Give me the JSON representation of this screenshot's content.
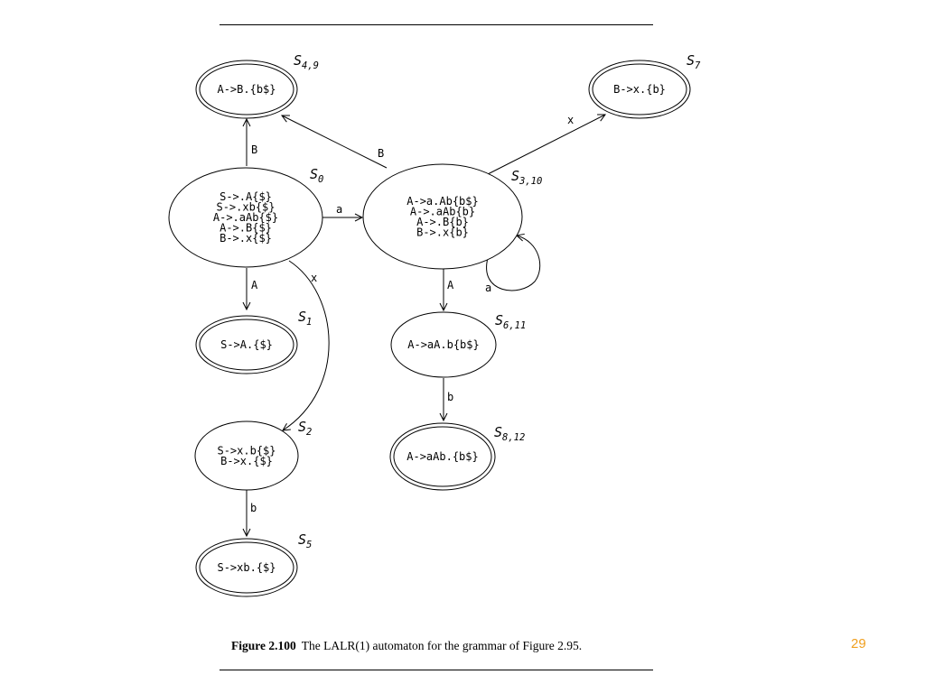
{
  "caption": {
    "figure_label": "Figure 2.100",
    "text": "The LALR(1) automaton for the grammar of Figure 2.95."
  },
  "page_number": "29",
  "states": [
    {
      "id": "s49",
      "name": "S",
      "sub": "4,9",
      "accepting": true,
      "lines": [
        "A->B.{b$}"
      ]
    },
    {
      "id": "s7",
      "name": "S",
      "sub": "7",
      "accepting": true,
      "lines": [
        "B->x.{b}"
      ]
    },
    {
      "id": "s0",
      "name": "S",
      "sub": "0",
      "accepting": false,
      "lines": [
        "S->.A{$}",
        "S->.xb{$}",
        "A->.aAb{$}",
        "A->.B{$}",
        "B->.x{$}"
      ]
    },
    {
      "id": "s310",
      "name": "S",
      "sub": "3,10",
      "accepting": false,
      "lines": [
        "A->a.Ab{b$}",
        "A->.aAb{b}",
        "A->.B{b}",
        "B->.x{b}"
      ]
    },
    {
      "id": "s1",
      "name": "S",
      "sub": "1",
      "accepting": true,
      "lines": [
        "S->A.{$}"
      ]
    },
    {
      "id": "s611",
      "name": "S",
      "sub": "6,11",
      "accepting": false,
      "lines": [
        "A->aA.b{b$}"
      ]
    },
    {
      "id": "s2",
      "name": "S",
      "sub": "2",
      "accepting": false,
      "lines": [
        "S->x.b{$}",
        "B->x.{$}"
      ]
    },
    {
      "id": "s812",
      "name": "S",
      "sub": "8,12",
      "accepting": true,
      "lines": [
        "A->aAb.{b$}"
      ]
    },
    {
      "id": "s5",
      "name": "S",
      "sub": "5",
      "accepting": true,
      "lines": [
        "S->xb.{$}"
      ]
    }
  ],
  "transitions": [
    {
      "from": "s0",
      "to": "s49",
      "label": "B"
    },
    {
      "from": "s310",
      "to": "s49",
      "label": "B"
    },
    {
      "from": "s310",
      "to": "s7",
      "label": "x"
    },
    {
      "from": "s0",
      "to": "s310",
      "label": "a"
    },
    {
      "from": "s0",
      "to": "s1",
      "label": "A"
    },
    {
      "from": "s0",
      "to": "s2",
      "label": "x"
    },
    {
      "from": "s310",
      "to": "s310",
      "label": "a"
    },
    {
      "from": "s310",
      "to": "s611",
      "label": "A"
    },
    {
      "from": "s611",
      "to": "s812",
      "label": "b"
    },
    {
      "from": "s2",
      "to": "s5",
      "label": "b"
    }
  ]
}
